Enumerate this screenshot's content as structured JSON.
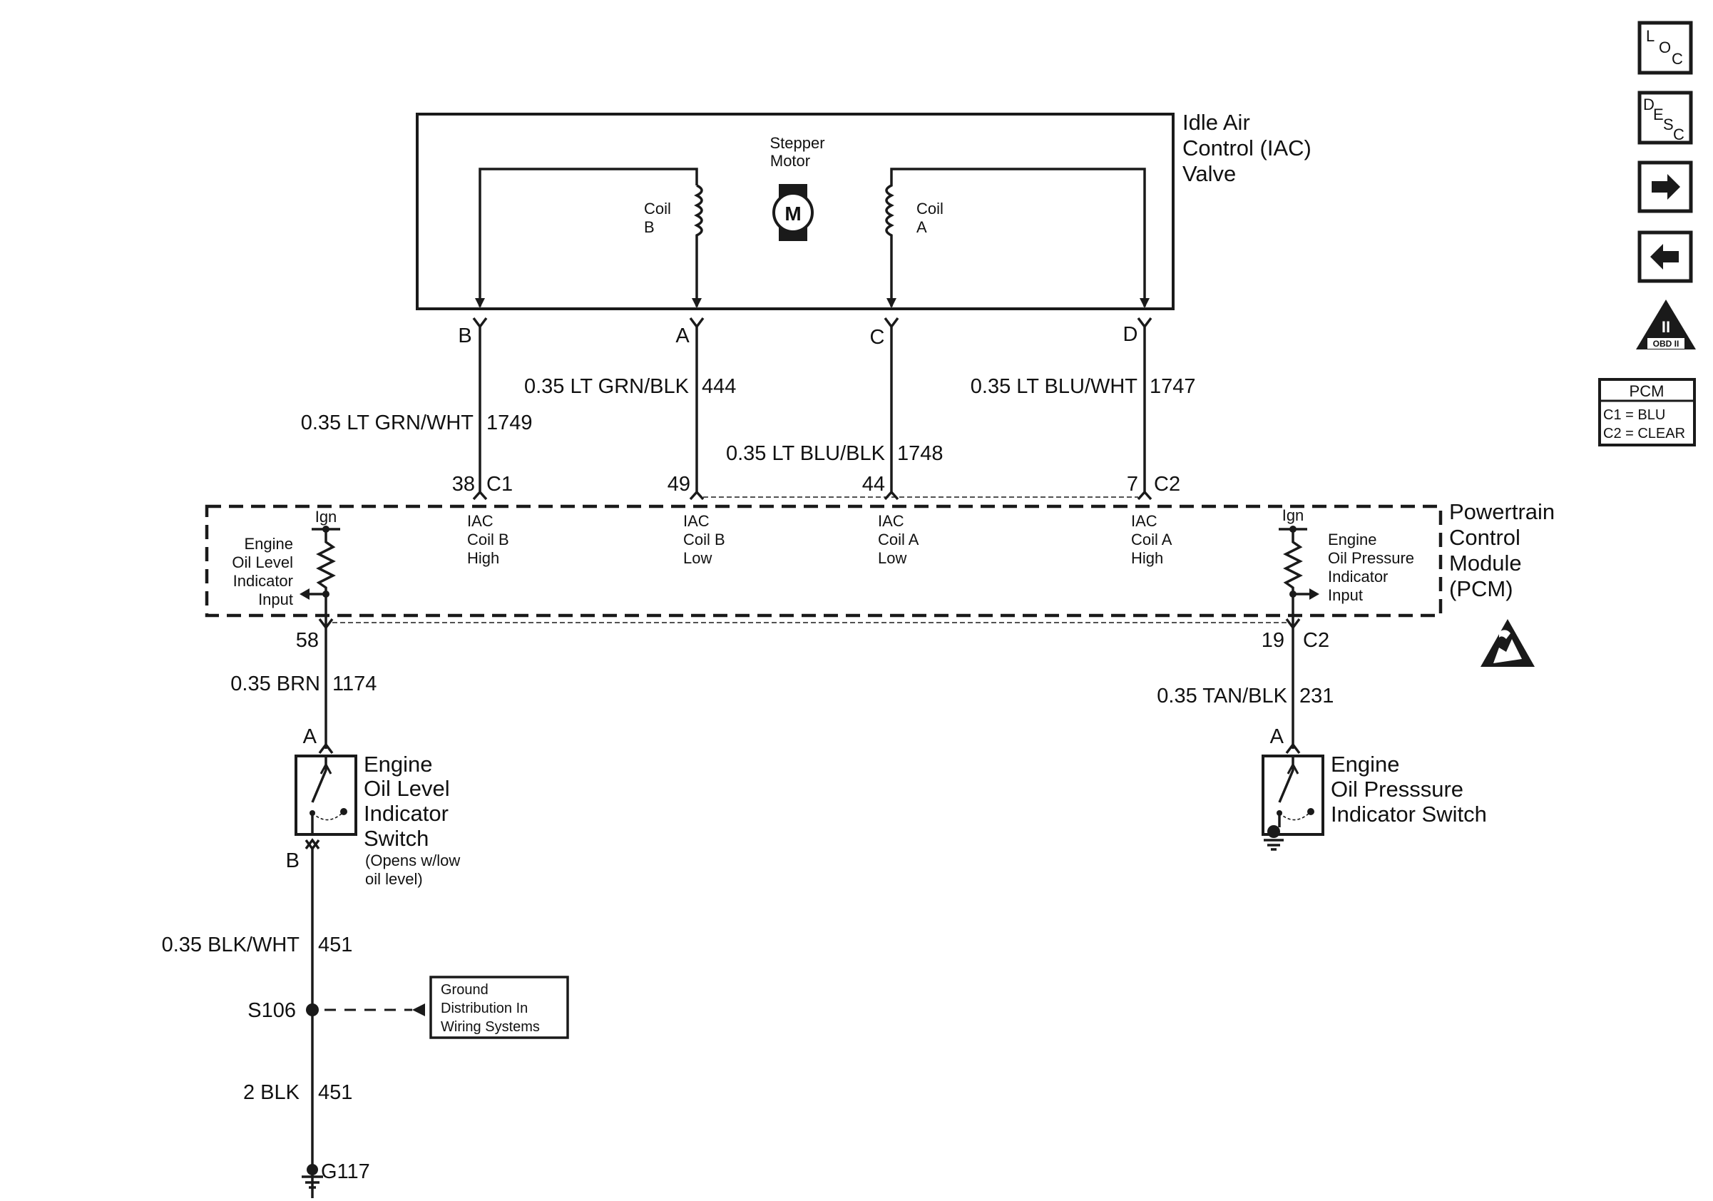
{
  "iac": {
    "title_lines": [
      "Idle Air",
      "Control (IAC)",
      "Valve"
    ],
    "stepper_lines": [
      "Stepper",
      "Motor"
    ],
    "motor_symbol": "M",
    "coil_b_lines": [
      "Coil",
      "B"
    ],
    "coil_a_lines": [
      "Coil",
      "A"
    ],
    "pins": [
      "B",
      "A",
      "C",
      "D"
    ]
  },
  "wires_top": [
    {
      "color": "0.35 LT GRN/WHT",
      "circuit": "1749"
    },
    {
      "color": "0.35 LT GRN/BLK",
      "circuit": "444"
    },
    {
      "color": "0.35 LT BLU/BLK",
      "circuit": "1748"
    },
    {
      "color": "0.35 LT BLU/WHT",
      "circuit": "1747"
    }
  ],
  "pcm_pins_top": [
    {
      "pin": "38",
      "connector": "C1"
    },
    {
      "pin": "49",
      "connector": ""
    },
    {
      "pin": "44",
      "connector": ""
    },
    {
      "pin": "7",
      "connector": "C2"
    }
  ],
  "pcm": {
    "title_lines": [
      "Powertrain",
      "Control",
      "Module",
      "(PCM)"
    ],
    "iac_labels": [
      [
        "IAC",
        "Coil B",
        "High"
      ],
      [
        "IAC",
        "Coil B",
        "Low"
      ],
      [
        "IAC",
        "Coil A",
        "Low"
      ],
      [
        "IAC",
        "Coil A",
        "High"
      ]
    ],
    "ign": "Ign",
    "left_input_lines": [
      "Engine",
      "Oil Level",
      "Indicator",
      "Input"
    ],
    "right_input_lines": [
      "Engine",
      "Oil Pressure",
      "Indicator",
      "Input"
    ],
    "pin_left": "58",
    "pin_right": "19",
    "connector_right": "C2"
  },
  "left_circuit": {
    "wire1": {
      "color": "0.35 BRN",
      "circuit": "1174"
    },
    "pin_a": "A",
    "pin_b": "B",
    "switch_lines": [
      "Engine",
      "Oil Level",
      "Indicator",
      "Switch"
    ],
    "switch_note_lines": [
      "(Opens w/low",
      "oil level)"
    ],
    "wire2": {
      "color": "0.35 BLK/WHT",
      "circuit": "451"
    },
    "splice": "S106",
    "ground_ref_lines": [
      "Ground",
      "Distribution In",
      "Wiring Systems"
    ],
    "wire3": {
      "color": "2 BLK",
      "circuit": "451"
    },
    "ground": "G117"
  },
  "right_circuit": {
    "wire1": {
      "color": "0.35 TAN/BLK",
      "circuit": "231"
    },
    "pin_a": "A",
    "switch_lines": [
      "Engine",
      "Oil Presssure",
      "Indicator Switch"
    ]
  },
  "sidebar": {
    "loc": [
      "L",
      "O",
      "C"
    ],
    "desc": [
      "D",
      "E",
      "S",
      "C"
    ],
    "obd": "OBD II",
    "obd_numeral": "II",
    "pcm_title": "PCM",
    "pcm_lines": [
      "C1 = BLU",
      "C2 = CLEAR"
    ]
  }
}
